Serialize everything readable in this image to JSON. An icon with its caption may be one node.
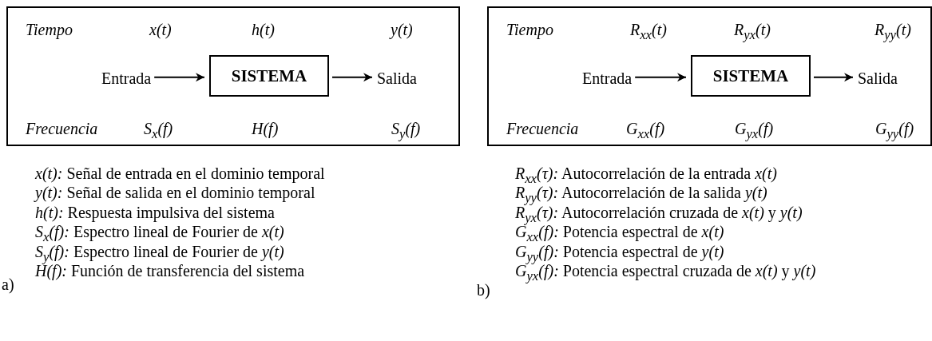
{
  "diagram": {
    "nodes": [
      {
        "text": [
          "Tiempo",
          "x(t)",
          "h(t)",
          "y(t)",
          "Frecuencia",
          "S$_{x}$(f)",
          "H(f)",
          "S$_{y}$(f)"
        ]
      },
      {
        "text": [
          "Entrada"
        ],
        "in": 0
      },
      {
        "text": [
          "SISTEMA"
        ],
        "in": 0
      },
      {
        "text": [
          "Salida"
        ],
        "in": 0
      },
      {
        "text": [
          "Tiempo",
          "R$_{xx}$(t)",
          "R$_{yx}$(t)",
          "R$_{yy}$(t)",
          "Frecuencia",
          "G$_{xx}$(f)",
          "G$_{yx}$(f)",
          "G$_{yy}$(f)"
        ]
      },
      {
        "text": [
          "Entrada"
        ],
        "in": 4
      },
      {
        "text": [
          "SISTEMA"
        ],
        "in": 4
      },
      {
        "text": [
          "Salida"
        ],
        "in": 4
      }
    ],
    "edges": [
      {
        "from": 1,
        "to": 2,
        "arrow": "to"
      },
      {
        "from": 2,
        "to": 3,
        "arrow": "to"
      },
      {
        "from": 5,
        "to": 6,
        "arrow": "to"
      },
      {
        "from": 6,
        "to": 7,
        "arrow": "to"
      }
    ],
    "labels": [
      "*x(t):* Señal de entrada en el dominio temporal",
      "*y(t):* Señal de salida en el dominio temporal",
      "*h(t):* Respuesta impulsiva del sistema",
      "*S$_{x}$(f):* Espectro lineal de Fourier de *x(t)*",
      "*S$_{y}$(f):* Espectro lineal de Fourier de *y(t)*",
      "*H(f):* Función de transferencia del sistema",
      "a)",
      "*R$_{xx}$(τ):* Autocorrelación de la entrada *x(t)*",
      "*R$_{yy}$(τ):* Autocorrelación de la salida *y(t)*",
      "*R$_{yx}$(τ):* Autocorrelación cruzada de *x(t)* y *y(t)*",
      "*G$_{xx}$(f):* Potencia espectral de *x(t)*",
      "*G$_{yy}$(f):* Potencia espectral de *y(t)*",
      "*G$_{yx}$(f):* Potencia espectral cruzada de *x(t)* y *y(t)*",
      "b)"
    ]
  }
}
